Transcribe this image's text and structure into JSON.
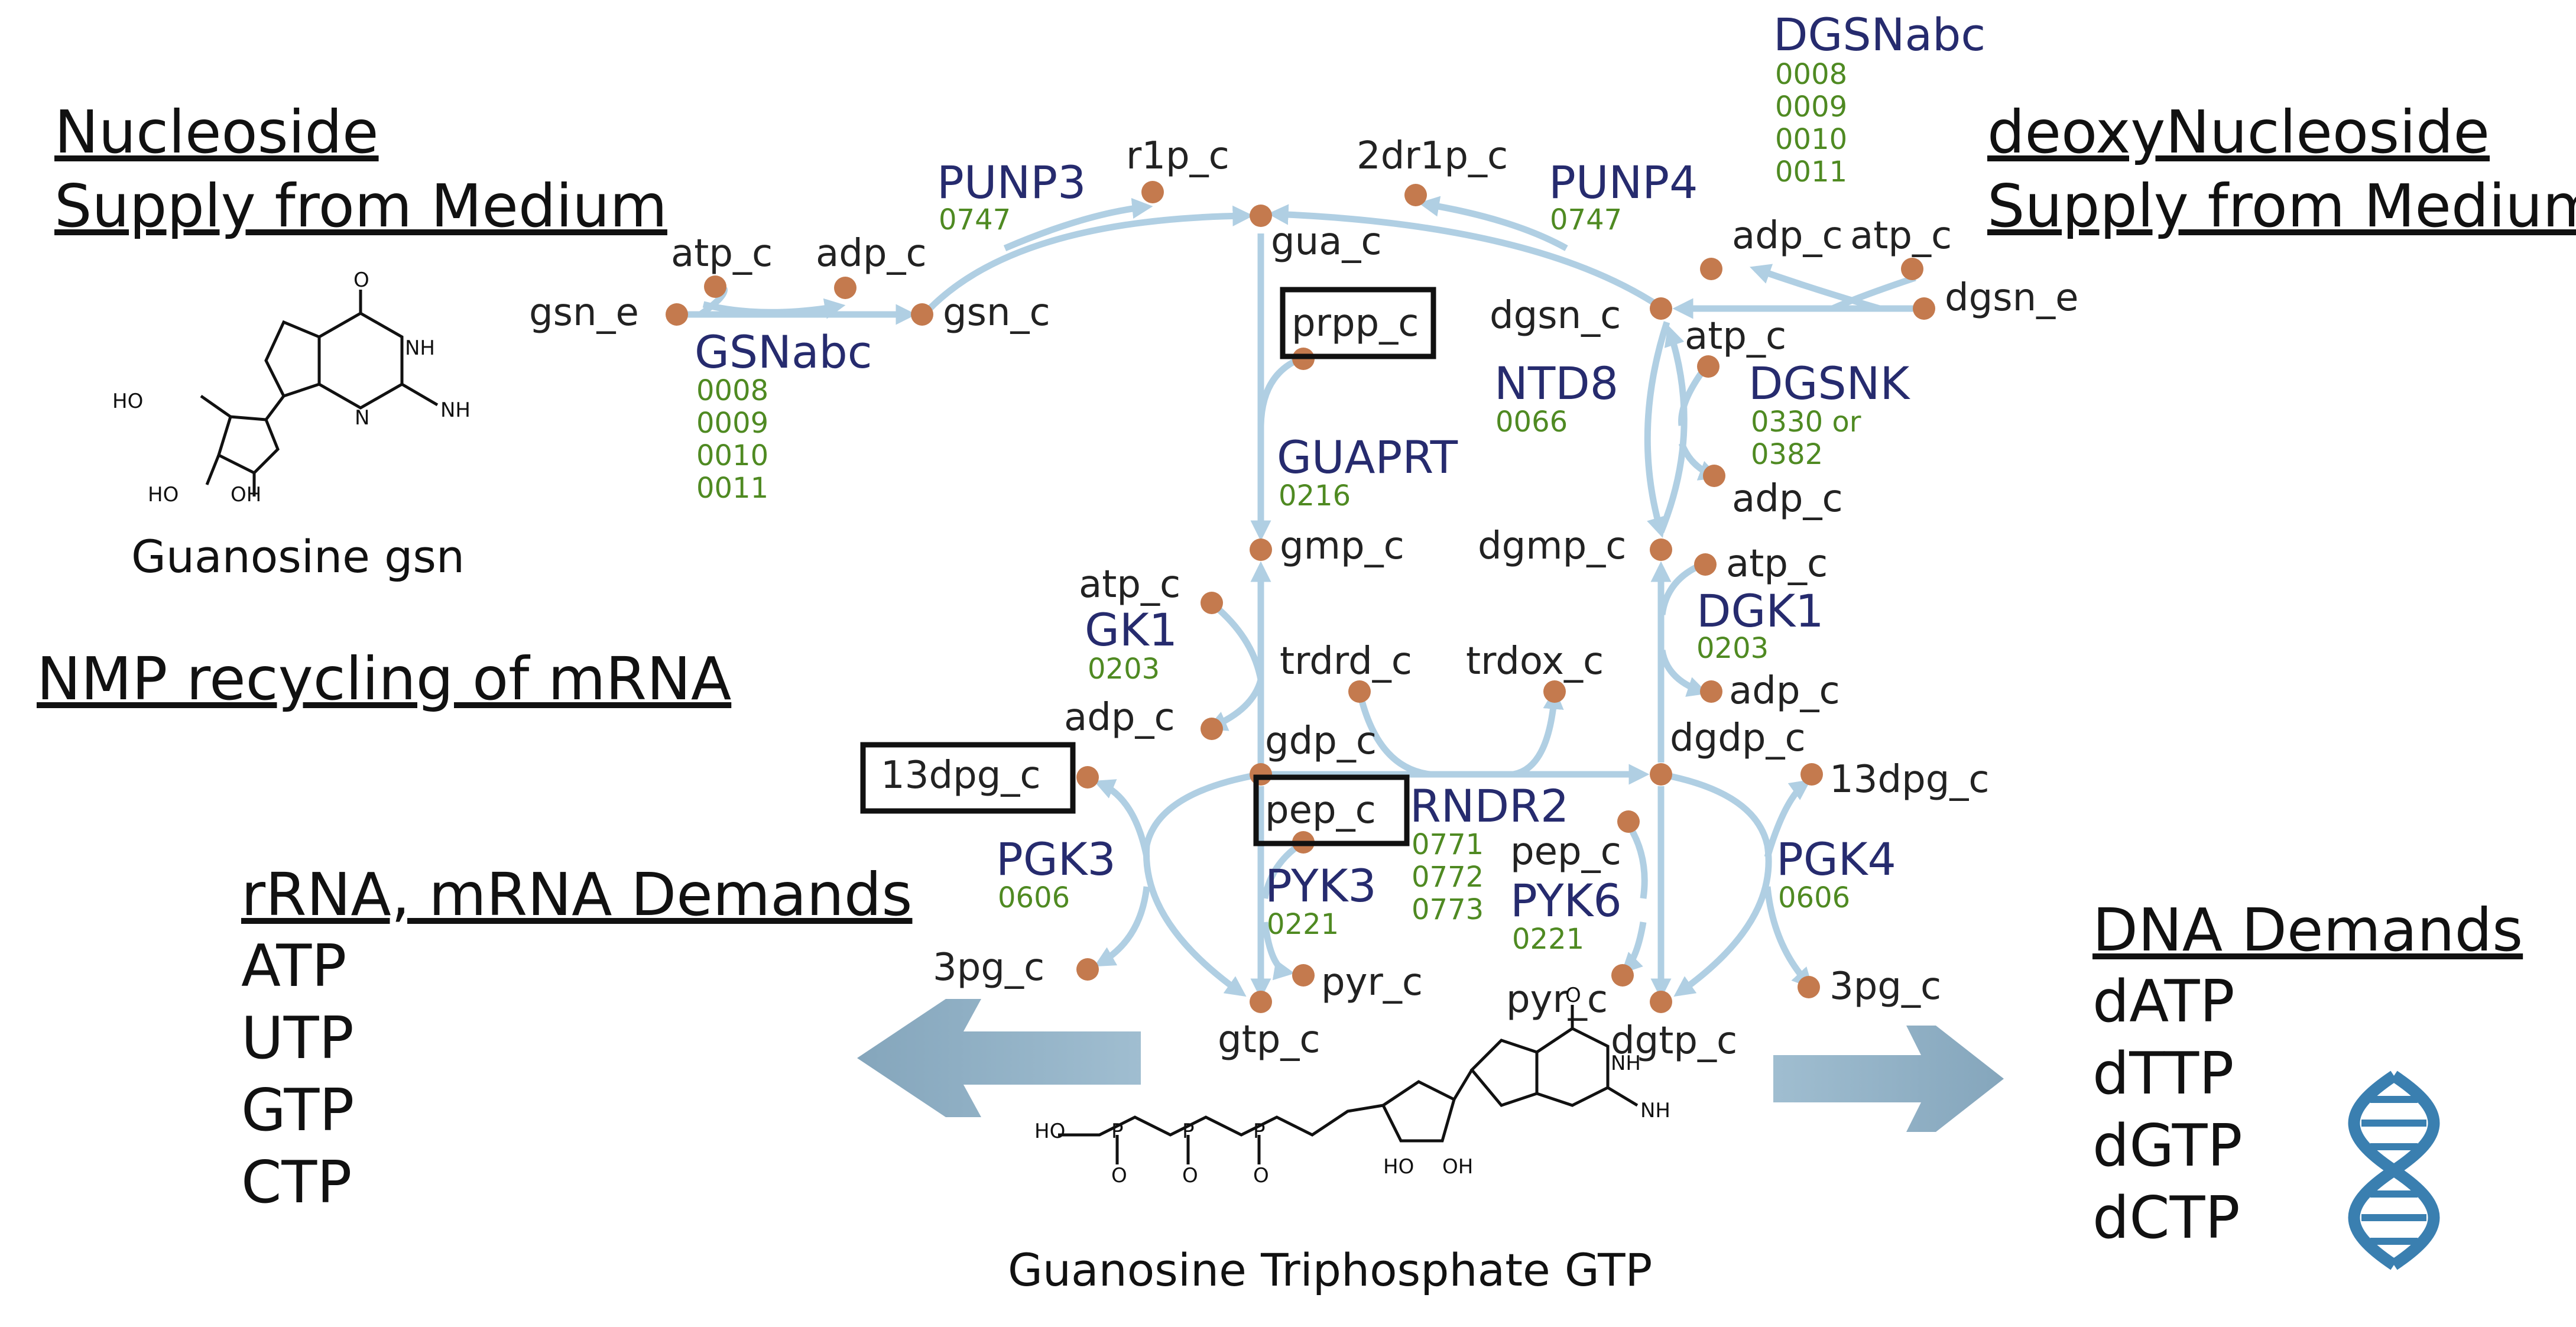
{
  "colors": {
    "pathway": "#b0cfe3",
    "metabolite_node": "#c47a4e",
    "reaction_label": "#262b6e",
    "gene_label": "#4f8a22",
    "big_arrow": "#8fb2c8",
    "dna_icon": "#3a7fb0"
  },
  "headings": {
    "nucleoside_line1": "Nucleoside",
    "nucleoside_line2": "Supply from Medium",
    "deoxy_line1": "deoxyNucleoside",
    "deoxy_line2": "Supply from Medium",
    "nmp": "NMP recycling of mRNA"
  },
  "rrna_demands": {
    "title": "rRNA, mRNA Demands",
    "items": [
      "ATP",
      "UTP",
      "GTP",
      "CTP"
    ]
  },
  "dna_demands": {
    "title": "DNA Demands",
    "items": [
      "dATP",
      "dTTP",
      "dGTP",
      "dCTP"
    ]
  },
  "captions": {
    "guanosine": "Guanosine gsn",
    "gtp": "Guanosine Triphosphate GTP"
  },
  "metabolites": {
    "gsn_e": "gsn_e",
    "atp_c_1": "atp_c",
    "adp_c_1": "adp_c",
    "gsn_c": "gsn_c",
    "r1p_c": "r1p_c",
    "gua_c": "gua_c",
    "dr1p_c": "2dr1p_c",
    "prpp_c": "prpp_c",
    "gmp_c": "gmp_c",
    "atp_c_2": "atp_c",
    "adp_c_2": "adp_c",
    "gdp_c": "gdp_c",
    "trdrd_c": "trdrd_c",
    "trdox_c": "trdox_c",
    "dpg_c_left": "13dpg_c",
    "pep_c_1": "pep_c",
    "pg_c_left": "3pg_c",
    "gtp_c": "gtp_c",
    "pyr_c_1": "pyr_c",
    "adp_c_3": "adp_c",
    "atp_c_3": "atp_c",
    "dgsn_c": "dgsn_c",
    "dgsn_e": "dgsn_e",
    "atp_c_4": "atp_c",
    "adp_c_4": "adp_c",
    "dgmp_c": "dgmp_c",
    "atp_c_5": "atp_c",
    "adp_c_5": "adp_c",
    "dgdp_c": "dgdp_c",
    "dpg_c_right": "13dpg_c",
    "pep_c_2": "pep_c",
    "pyr_c_2": "pyr_c",
    "dgtp_c": "dgtp_c",
    "pg_c_right": "3pg_c"
  },
  "reactions": {
    "gsnabc": {
      "name": "GSNabc",
      "genes": [
        "0008",
        "0009",
        "0010",
        "0011"
      ]
    },
    "punp3": {
      "name": "PUNP3",
      "genes": [
        "0747"
      ]
    },
    "punp4": {
      "name": "PUNP4",
      "genes": [
        "0747"
      ]
    },
    "dgsnabc": {
      "name": "DGSNabc",
      "genes": [
        "0008",
        "0009",
        "0010",
        "0011"
      ]
    },
    "guaprt": {
      "name": "GUAPRT",
      "genes": [
        "0216"
      ]
    },
    "gk1": {
      "name": "GK1",
      "genes": [
        "0203"
      ]
    },
    "ntd8": {
      "name": "NTD8",
      "genes": [
        "0066"
      ]
    },
    "dgsnk": {
      "name": "DGSNK",
      "genes": [
        "0330 or",
        "0382"
      ]
    },
    "dgk1": {
      "name": "DGK1",
      "genes": [
        "0203"
      ]
    },
    "rndr2": {
      "name": "RNDR2",
      "genes": [
        "0771",
        "0772",
        "0773"
      ]
    },
    "pgk3": {
      "name": "PGK3",
      "genes": [
        "0606"
      ]
    },
    "pyk3": {
      "name": "PYK3",
      "genes": [
        "0221"
      ]
    },
    "pyk6": {
      "name": "PYK6",
      "genes": [
        "0221"
      ]
    },
    "pgk4": {
      "name": "PGK4",
      "genes": [
        "0606"
      ]
    }
  },
  "chem_labels": {
    "O": "O",
    "NH": "NH",
    "N": "N",
    "NH2": "NH",
    "HO": "HO",
    "OH": "OH",
    "Om": "O",
    "HO_gtp": "HO",
    "P": "P"
  }
}
